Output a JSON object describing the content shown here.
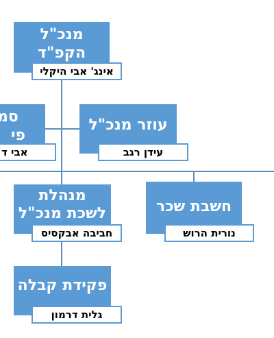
{
  "chart": {
    "ceo": {
      "title_line1": "מנכ\"ל",
      "title_line2": "הקפ\"ד",
      "name": "אינג' אבי היקלי"
    },
    "deputy_left": {
      "title_line1": "סמ",
      "title_line2": "פי",
      "name": "אבי ד"
    },
    "assistant": {
      "title": "עוזר מנכ\"ל",
      "name": "עידן רגב"
    },
    "office_manager": {
      "title_line1": "מנהלת",
      "title_line2": "לשכת מנכ\"ל",
      "name": "חביבה אבקסיס"
    },
    "payroll": {
      "title": "חשבת שכר",
      "name": "נורית הרוש"
    },
    "reception": {
      "title": "פקידת קבלה",
      "name": "גלית דרמון"
    }
  },
  "colors": {
    "box_fill": "#5b9bd5",
    "connector": "#5b8fb9",
    "name_border": "#5b9bd5"
  }
}
